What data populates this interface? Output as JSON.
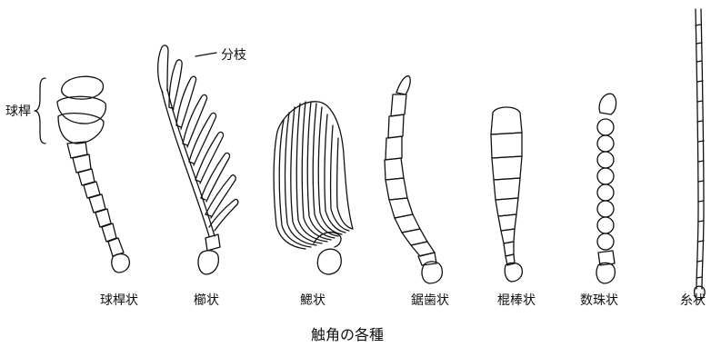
{
  "figure": {
    "caption": "触角の各種",
    "annotations": {
      "bulb": "球桿",
      "branch": "分枝"
    },
    "types": [
      {
        "id": "capitate",
        "label": "球桿状"
      },
      {
        "id": "pectinate",
        "label": "櫛状"
      },
      {
        "id": "lamellate",
        "label": "鰓状"
      },
      {
        "id": "serrate",
        "label": "鋸歯状"
      },
      {
        "id": "clavate",
        "label": "棍棒状"
      },
      {
        "id": "moniliform",
        "label": "数珠状"
      },
      {
        "id": "filiform",
        "label": "糸状"
      }
    ]
  }
}
